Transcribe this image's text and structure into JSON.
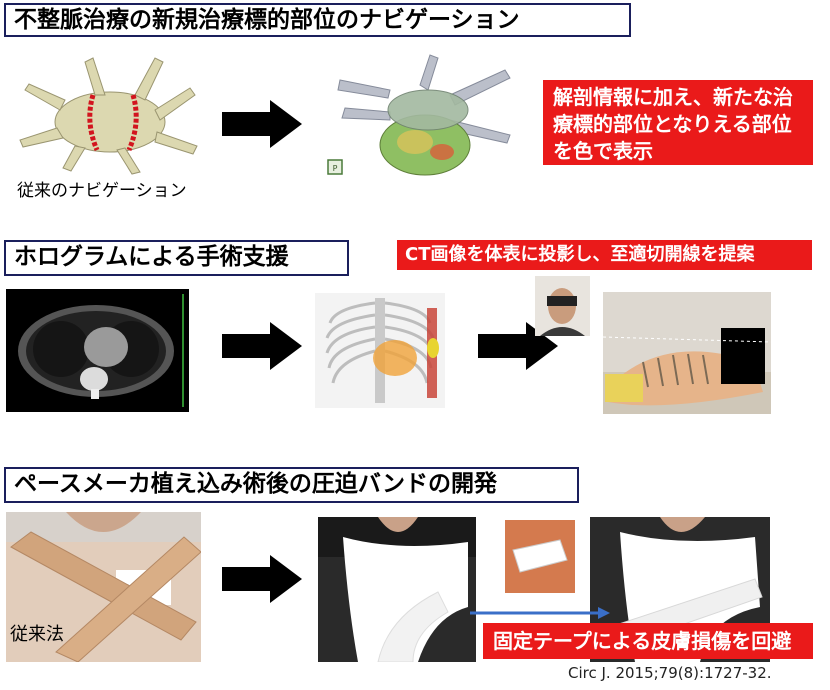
{
  "section1": {
    "title": "不整脈治療の新規治療標的部位のナビゲーション",
    "caption_left": "従来のナビゲーション",
    "callout": "解剖情報に加え、新たな治療標的部位となりえる部位を色で表示"
  },
  "section2": {
    "title": "ホログラムによる手術支援",
    "callout": "CT画像を体表に投影し、至適切開線を提案"
  },
  "section3": {
    "title": "ペースメーカ植え込み術後の圧迫バンドの開発",
    "caption_left": "従来法",
    "callout": "固定テープによる皮膚損傷を回避"
  },
  "citation": "Circ J. 2015;79(8):1727-32."
}
